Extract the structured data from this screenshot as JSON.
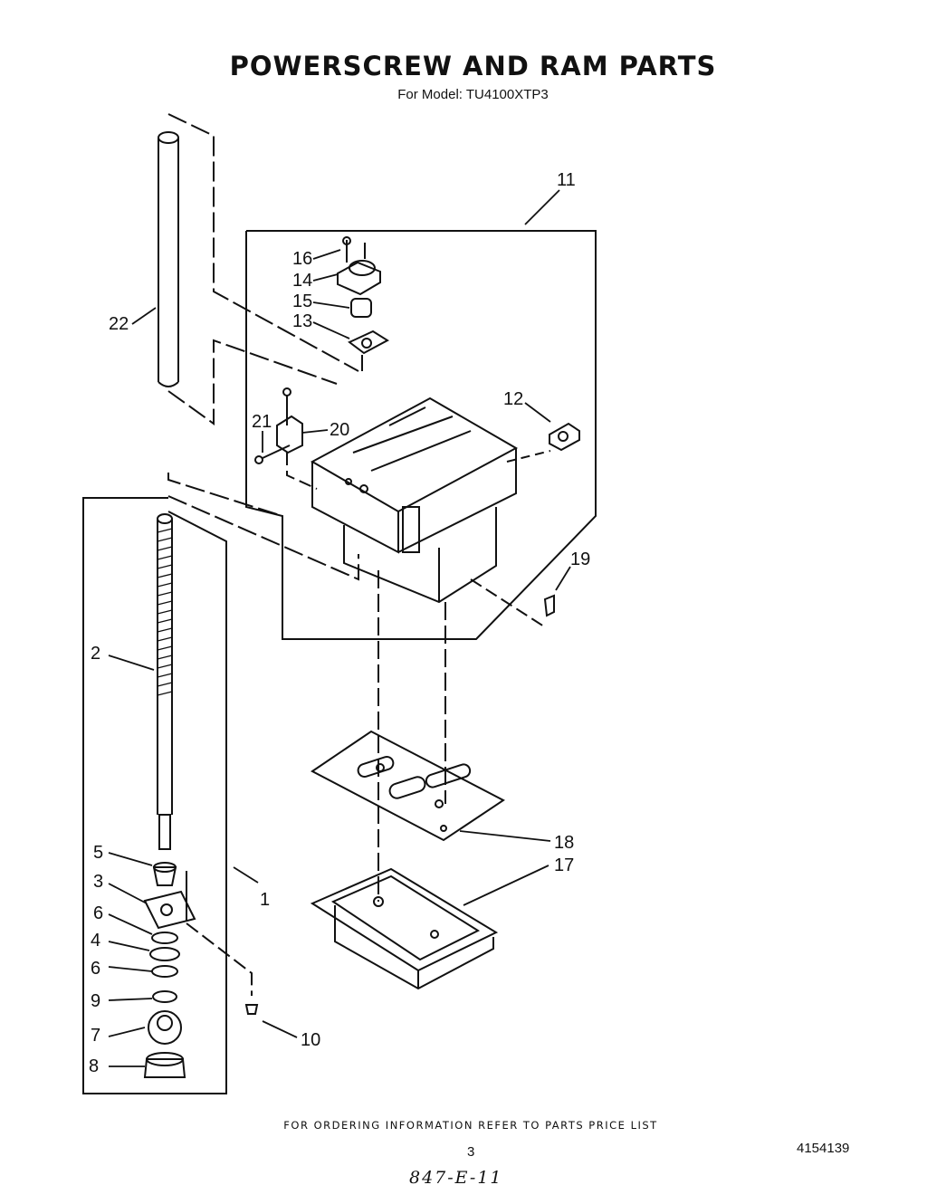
{
  "header": {
    "title": "POWERSCREW AND RAM PARTS",
    "subtitle": "For Model: TU4100XTP3"
  },
  "callouts": [
    "1",
    "2",
    "3",
    "4",
    "5",
    "6",
    "6",
    "7",
    "8",
    "9",
    "10",
    "11",
    "12",
    "13",
    "14",
    "15",
    "16",
    "17",
    "18",
    "19",
    "20",
    "21",
    "22"
  ],
  "footer": {
    "ordering_note": "FOR ORDERING INFORMATION REFER TO PARTS PRICE LIST",
    "page_number": "3",
    "document_number": "4154139",
    "handwritten_note": "847-E-11"
  }
}
